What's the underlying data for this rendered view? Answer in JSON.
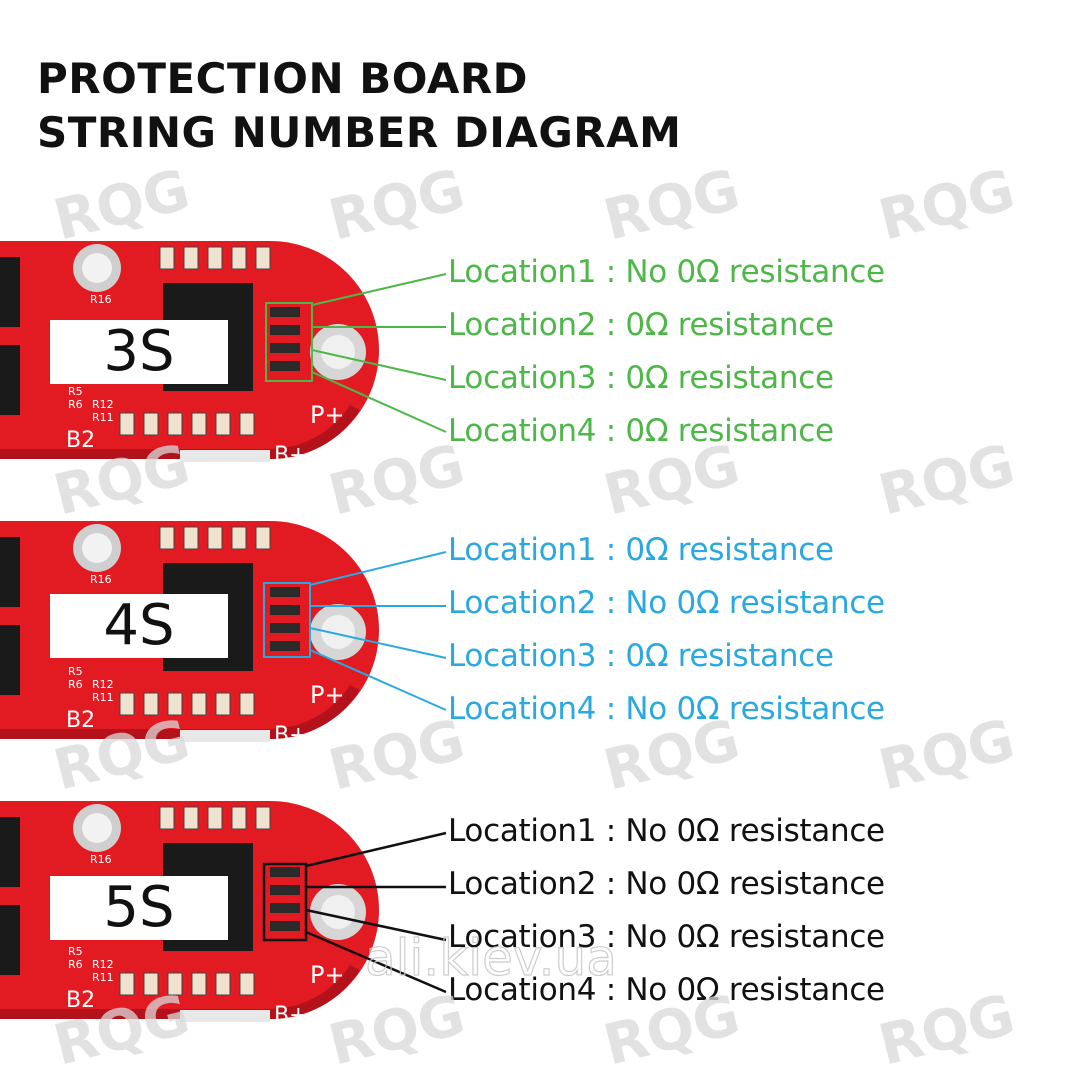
{
  "title": {
    "line1": "PROTECTION BOARD",
    "line2": "STRING NUMBER DIAGRAM"
  },
  "watermark": {
    "brand": "RQG",
    "site": "ali.kiev.ua"
  },
  "colors": {
    "board": "#e21b23",
    "board_dark": "#b3121a",
    "pad": "#d8d8d8",
    "text_3s": "#4db848",
    "text_4s": "#2aa9e0",
    "text_5s": "#111111"
  },
  "boards": [
    {
      "label": "3S",
      "silkscreen": {
        "b2": "B2",
        "bplus": "B+",
        "pplus": "P+",
        "r16": "R16",
        "r5": "R5",
        "r6": "R6",
        "r12": "R12",
        "r11": "R11"
      },
      "locations": [
        "Location1 : No 0Ω resistance",
        "Location2 : 0Ω resistance",
        "Location3 : 0Ω resistance",
        "Location4 : 0Ω resistance"
      ]
    },
    {
      "label": "4S",
      "silkscreen": {
        "b2": "B2",
        "bplus": "B+",
        "pplus": "P+",
        "r16": "R16",
        "r5": "R5",
        "r6": "R6",
        "r12": "R12",
        "r11": "R11"
      },
      "locations": [
        "Location1 : 0Ω resistance",
        "Location2 : No 0Ω resistance",
        "Location3 : 0Ω resistance",
        "Location4 : No 0Ω resistance"
      ]
    },
    {
      "label": "5S",
      "silkscreen": {
        "b2": "B2",
        "bplus": "B+",
        "pplus": "P+",
        "r16": "R16",
        "r5": "R5",
        "r6": "R6",
        "r12": "R12",
        "r11": "R11"
      },
      "locations": [
        "Location1 : No 0Ω resistance",
        "Location2 : No 0Ω resistance",
        "Location3 : No 0Ω resistance",
        "Location4 : No 0Ω resistance"
      ]
    }
  ]
}
